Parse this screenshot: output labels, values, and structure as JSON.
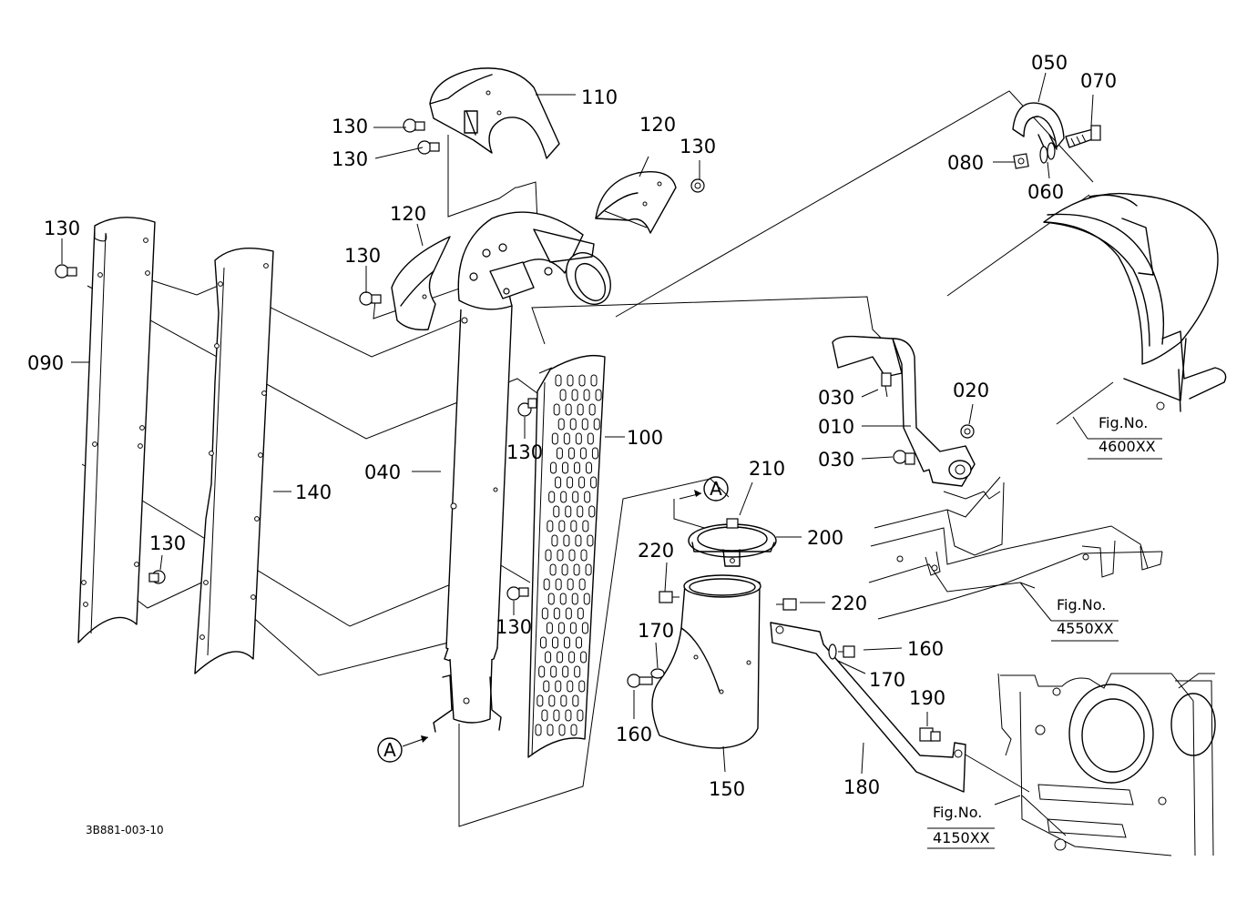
{
  "drawing_code": "3B881-003-10",
  "ref_marker": "A",
  "parts": [
    {
      "label": "010"
    },
    {
      "label": "020"
    },
    {
      "label": "030"
    },
    {
      "label": "030"
    },
    {
      "label": "040"
    },
    {
      "label": "050"
    },
    {
      "label": "060"
    },
    {
      "label": "070"
    },
    {
      "label": "080"
    },
    {
      "label": "090"
    },
    {
      "label": "100"
    },
    {
      "label": "110"
    },
    {
      "label": "120"
    },
    {
      "label": "120"
    },
    {
      "label": "130"
    },
    {
      "label": "130"
    },
    {
      "label": "130"
    },
    {
      "label": "130"
    },
    {
      "label": "130"
    },
    {
      "label": "130"
    },
    {
      "label": "130"
    },
    {
      "label": "130"
    },
    {
      "label": "140"
    },
    {
      "label": "150"
    },
    {
      "label": "160"
    },
    {
      "label": "160"
    },
    {
      "label": "170"
    },
    {
      "label": "170"
    },
    {
      "label": "180"
    },
    {
      "label": "190"
    },
    {
      "label": "200"
    },
    {
      "label": "210"
    },
    {
      "label": "220"
    },
    {
      "label": "220"
    }
  ],
  "fig_refs": [
    {
      "title": "Fig.No.",
      "number": "4600XX"
    },
    {
      "title": "Fig.No.",
      "number": "4550XX"
    },
    {
      "title": "Fig.No.",
      "number": "4150XX"
    }
  ]
}
